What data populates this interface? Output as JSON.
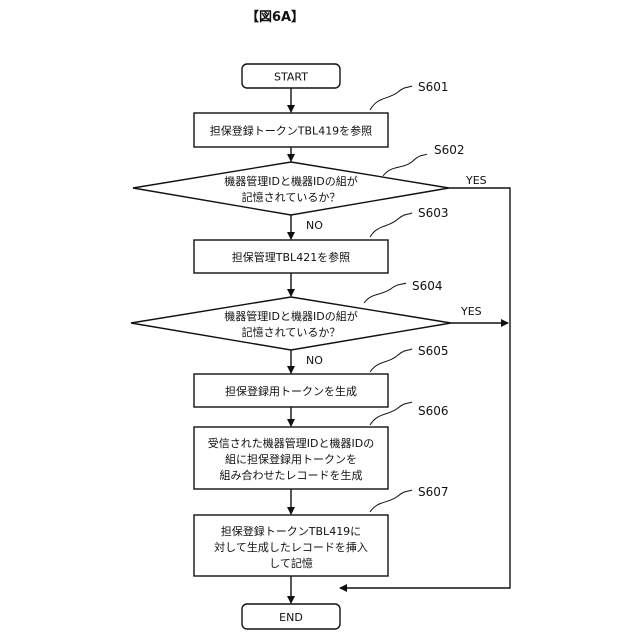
{
  "figure": {
    "title": "【図6A】"
  },
  "nodes": {
    "start": "START",
    "s601": "担保登録トークンTBL419を参照",
    "s602": [
      "機器管理IDと機器IDの組が",
      "記憶されているか？"
    ],
    "s603": "担保管理TBL421を参照",
    "s604": [
      "機器管理IDと機器IDの組が",
      "記憶されているか？"
    ],
    "s605": "担保登録用トークンを生成",
    "s606": [
      "受信された機器管理IDと機器IDの",
      "組に担保登録用トークンを",
      "組み合わせたレコードを生成"
    ],
    "s607": [
      "担保登録トークンTBL419に",
      "対して生成したレコードを挿入",
      "して記憶"
    ],
    "end": "END"
  },
  "step_labels": {
    "s601": "S601",
    "s602": "S602",
    "s603": "S603",
    "s604": "S604",
    "s605": "S605",
    "s606": "S606",
    "s607": "S607"
  },
  "branch_labels": {
    "s602_yes": "YES",
    "s602_no": "NO",
    "s604_yes": "YES",
    "s604_no": "NO"
  }
}
